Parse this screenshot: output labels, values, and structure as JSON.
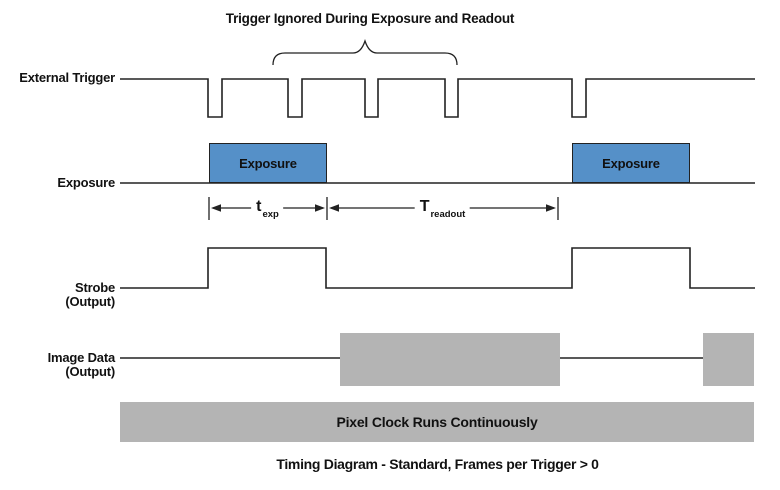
{
  "annotation": {
    "trigger_ignored": "Trigger Ignored During Exposure and Readout"
  },
  "signals": {
    "external_trigger": {
      "label": "External Trigger"
    },
    "exposure": {
      "label": "Exposure"
    },
    "strobe": {
      "label": "Strobe",
      "sublabel": "(Output)"
    },
    "image_data": {
      "label": "Image Data",
      "sublabel": "(Output)"
    }
  },
  "exposure_block": {
    "label": "Exposure"
  },
  "dimensions": {
    "t_exp": {
      "base": "t",
      "sub": "exp"
    },
    "t_readout": {
      "base": "T",
      "sub": "readout"
    }
  },
  "pixel_clock": {
    "label": "Pixel Clock Runs Continuously"
  },
  "caption": "Timing Diagram - Standard, Frames per Trigger > 0",
  "waveform": {
    "external_trigger_pulses": 5,
    "ignored_trigger_pulses": 3,
    "trigger_polarity": "active-low",
    "exposure_periods": 2,
    "strobe_pulses": 2,
    "strobe_polarity": "active-high",
    "image_data_readouts": 2
  },
  "colors": {
    "exposure_fill": "#5590c8",
    "block_fill": "#b4b4b4",
    "line_color": "#222222",
    "text_color": "#111111"
  }
}
